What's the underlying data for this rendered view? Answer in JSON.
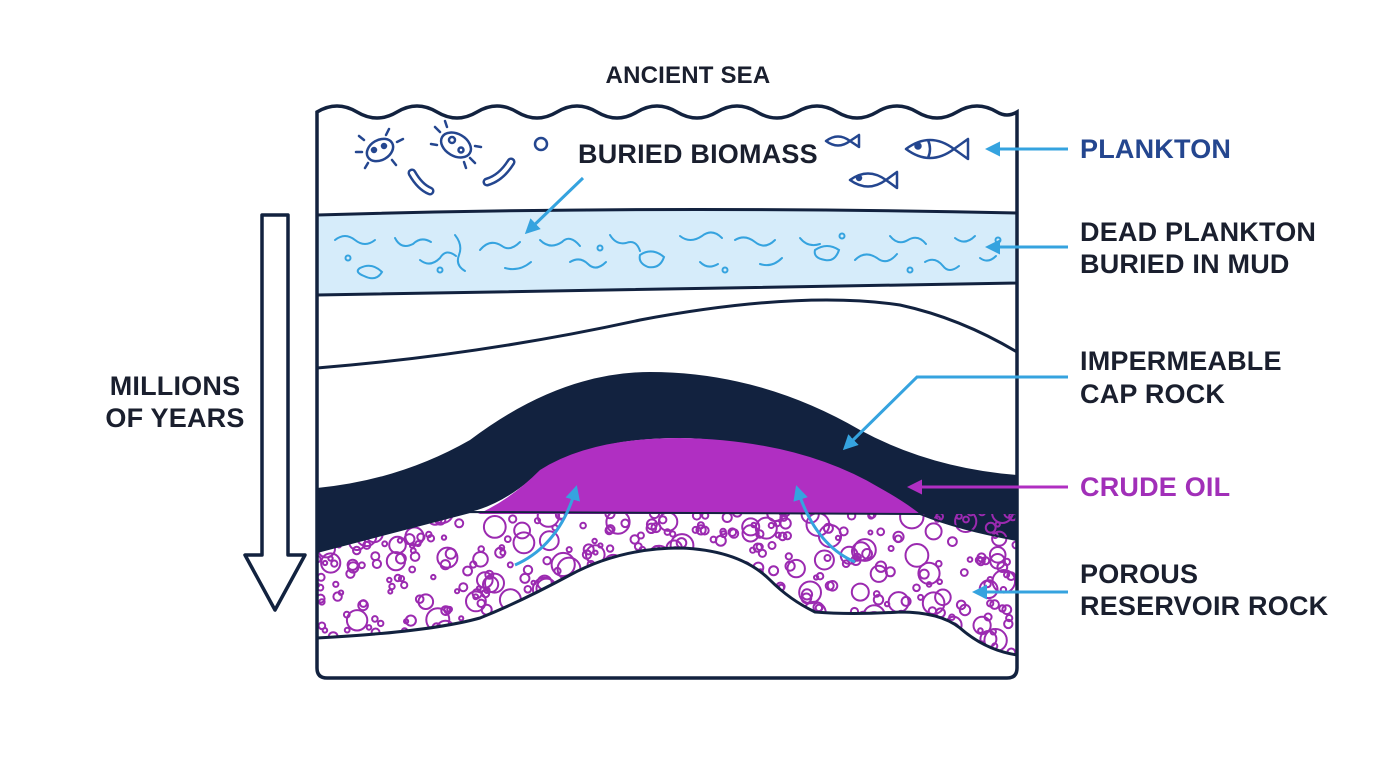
{
  "title": "ANCIENT SEA",
  "inner_label": "BURIED BIOMASS",
  "time_axis": {
    "line1": "MILLIONS",
    "line2": "OF YEARS"
  },
  "labels": {
    "plankton": {
      "line1": "PLANKTON"
    },
    "dead_plankton": {
      "line1": "DEAD PLANKTON",
      "line2": "BURIED IN MUD"
    },
    "cap_rock": {
      "line1": "IMPERMEABLE",
      "line2": "CAP ROCK"
    },
    "crude_oil": {
      "line1": "CRUDE OIL"
    },
    "reservoir": {
      "line1": "POROUS",
      "line2": "RESERVOIR ROCK"
    }
  },
  "colors": {
    "navy": "#12223f",
    "sky_blue": "#35a3df",
    "light_blue_fill": "#d6ecfa",
    "oil_magenta": "#b02fc2",
    "reservoir_bubble": "#9b2ab0",
    "plankton_label": "#24468f",
    "oil_label": "#a12fb8",
    "dark_label": "#1a1f2e"
  },
  "icons": [
    "bacteria-icon",
    "bacillus-icon",
    "fish-icon",
    "arrow-down-icon"
  ]
}
